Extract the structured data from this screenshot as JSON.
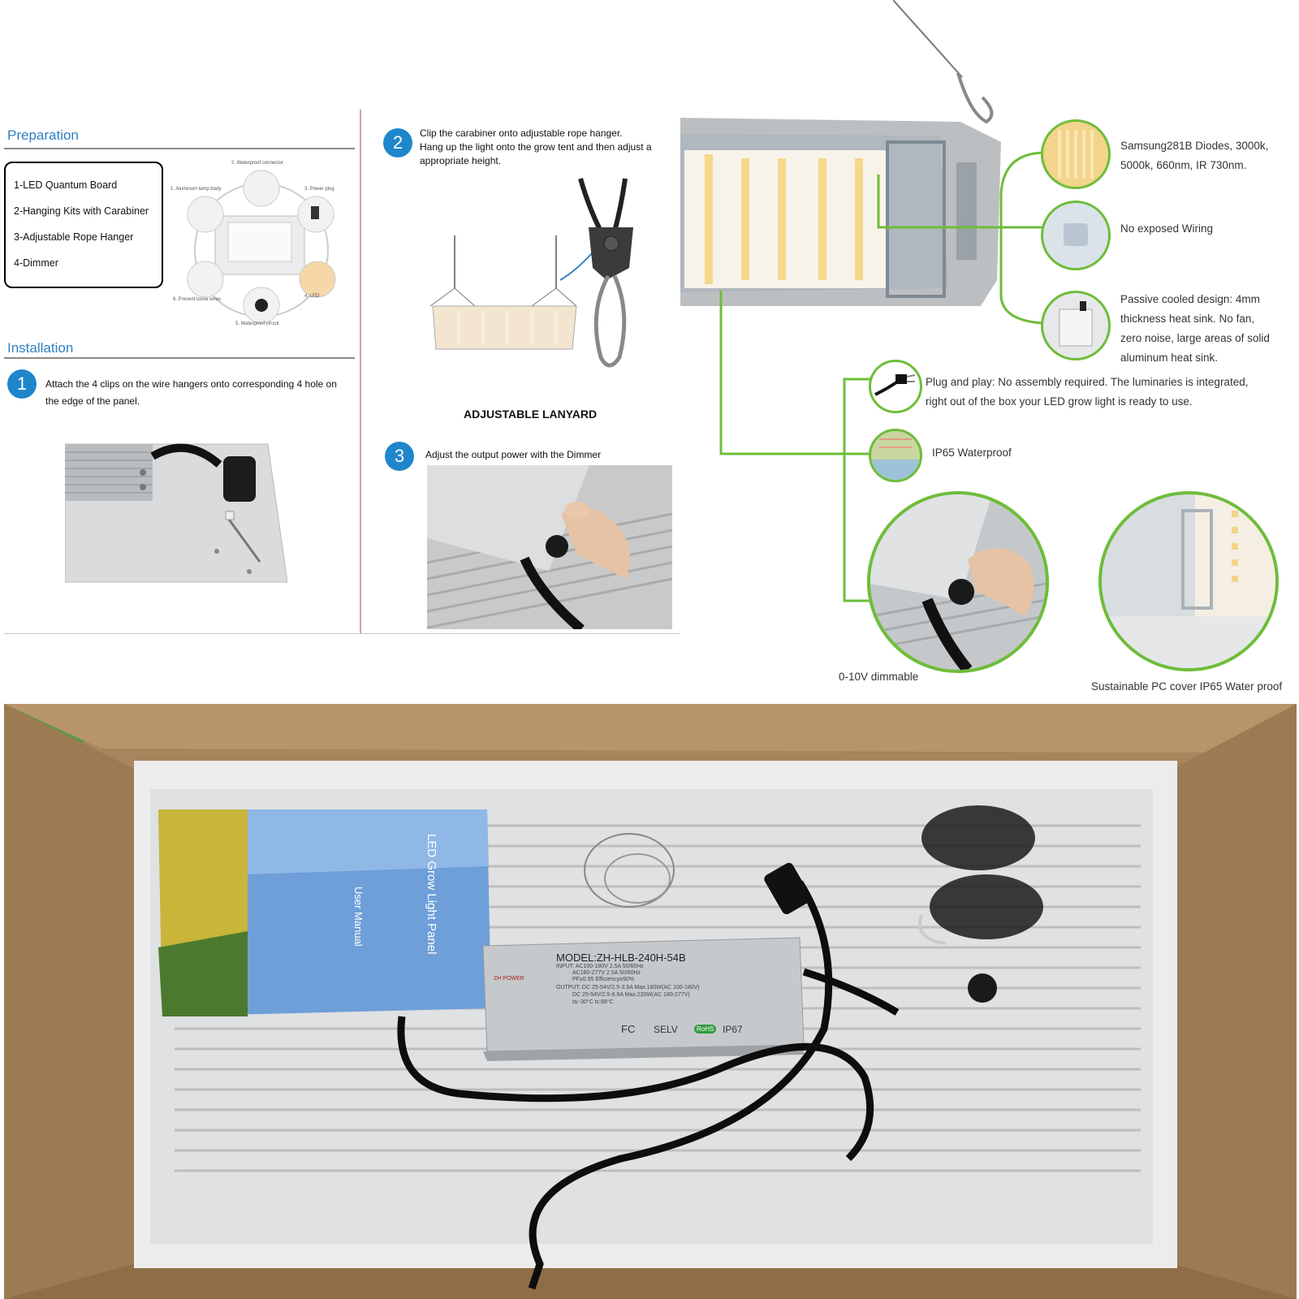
{
  "preparation": {
    "title": "Preparation",
    "items": [
      "1-LED Quantum Board",
      "2-Hanging Kits with Carabiner",
      "3-Adjustable Rope Hanger",
      "4-Dimmer"
    ],
    "diagram_labels": [
      "1. Aluminum lamp body",
      "2. Waterproof connector",
      "3. Power plug",
      "4. LED",
      "5. Waterproof circuit",
      "6. Prevent loose wires"
    ]
  },
  "installation": {
    "title": "Installation",
    "step1": {
      "number": "1",
      "text": "Attach the 4 clips on the wire hangers onto corresponding 4 hole on the edge of the panel."
    },
    "step2": {
      "number": "2",
      "text_lines": [
        "Clip the carabiner onto adjustable rope hanger.",
        "Hang up the light onto the grow tent and then adjust a",
        "appropriate height."
      ]
    },
    "lanyard_caption": "ADJUSTABLE LANYARD",
    "step3": {
      "number": "3",
      "text": "Adjust the output power with the Dimmer"
    }
  },
  "features": {
    "diodes": [
      "Samsung281B Diodes, 3000k,",
      "5000k, 660nm, IR 730nm."
    ],
    "wiring": "No exposed Wiring",
    "passive": [
      "Passive cooled design: 4mm",
      "thickness heat sink. No fan,",
      "zero noise, large areas of solid",
      "aluminum heat sink."
    ],
    "plug": [
      "Plug and play: No assembly required. The luminaries is integrated,",
      "right out of the box your LED grow light is ready to use."
    ],
    "waterproof": "IP65 Waterproof",
    "dimmable": "0-10V dimmable",
    "pc_cover": "Sustainable PC cover IP65 Water proof"
  },
  "box_photo": {
    "manual_title": "LED Grow Light Panel",
    "manual_subtitle": "User Manual",
    "driver_brand": "ZH POWER",
    "driver_model": "MODEL:ZH-HLB-240H-54B",
    "driver_specs": [
      "INPUT: AC100-180V 2.5A 50/60Hz",
      "AC180-277V 2.5A 50/60Hz",
      "PF≥0.95  Efficiency≥90%",
      "OUTPUT: DC 25-54V/2.5-3.5A Max.180W(AC 100-180V)",
      "DC 25-54V/2.5-6.6A Max.220W(AC 180-277V)",
      "ta:-30°C  tc:88°C"
    ],
    "driver_marks": [
      "FC",
      "SELV",
      "RoHS",
      "IP67"
    ]
  },
  "colors": {
    "accent_blue": "#1f86cc",
    "feature_green": "#6ebd3a",
    "cardboard": "#a8855c"
  }
}
